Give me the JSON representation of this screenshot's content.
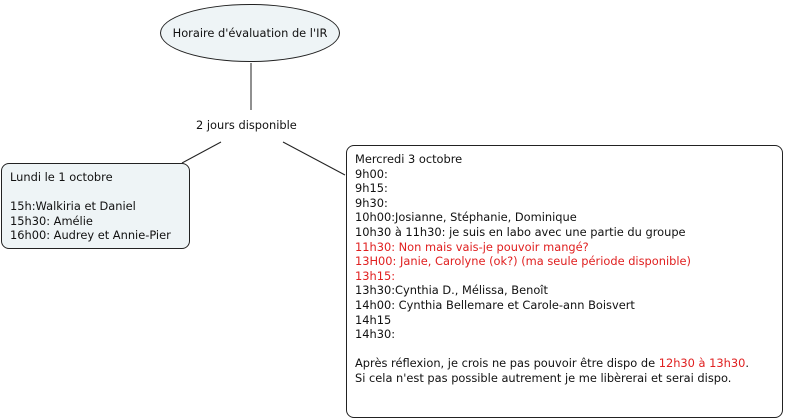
{
  "root": {
    "title": "Horaire d'évaluation de l'IR"
  },
  "link_label": "2 jours disponible",
  "monday": {
    "title": "Lundi le 1 octobre",
    "lines": [
      "15h:Walkiria et Daniel",
      "15h30: Amélie",
      "16h00: Audrey et Annie-Pier"
    ]
  },
  "wednesday": {
    "title": "Mercredi 3 octobre",
    "lines": [
      {
        "text": "9h00:",
        "color": "black"
      },
      {
        "text": "9h15:",
        "color": "black"
      },
      {
        "text": "9h30:",
        "color": "black"
      },
      {
        "text": "10h00:Josianne, Stéphanie, Dominique",
        "color": "black"
      },
      {
        "text": "10h30 à 11h30: je suis en labo avec une partie du groupe",
        "color": "black"
      },
      {
        "text": "11h30: Non mais vais-je pouvoir mangé?",
        "color": "red"
      },
      {
        "text": "13H00: Janie, Carolyne (ok?) (ma seule période disponible)",
        "color": "red"
      },
      {
        "text": "13h15:",
        "color": "red"
      },
      {
        "text": "13h30:Cynthia D., Mélissa, Benoît",
        "color": "black"
      },
      {
        "text": "14h00: Cynthia Bellemare et Carole-ann Boisvert",
        "color": "black"
      },
      {
        "text": "14h15",
        "color": "black"
      },
      {
        "text": "14h30:",
        "color": "black"
      }
    ],
    "note_before": "Après réflexion, je crois ne pas pouvoir être dispo de ",
    "note_highlight": "12h30 à 13h30",
    "note_after": ".",
    "note_line2": "Si cela n'est pas possible autrement je me libèrerai et serai dispo."
  },
  "colors": {
    "node_fill": "#eef4f6",
    "highlight": "#e02020"
  }
}
